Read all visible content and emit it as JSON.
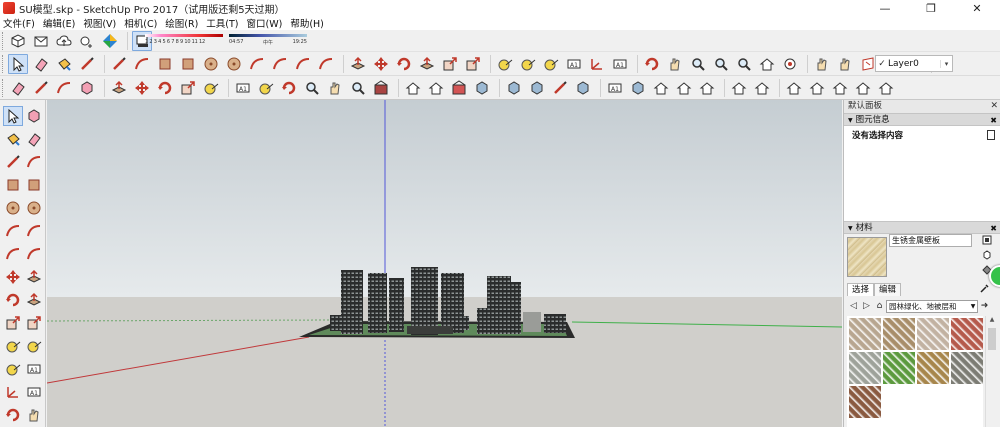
{
  "window": {
    "title": "SU模型.skp - SketchUp Pro 2017（试用版还剩5天过期）",
    "minimize": "—",
    "maximize": "❐",
    "close": "✕"
  },
  "menu": [
    "文件(F)",
    "编辑(E)",
    "视图(V)",
    "相机(C)",
    "绘图(R)",
    "工具(T)",
    "窗口(W)",
    "帮助(H)"
  ],
  "shadow_settings": {
    "months": "1 2 3 4 5 6 7 8 9 10 11 12",
    "time_start": "04:57",
    "time_mid": "中午",
    "time_end": "19:25"
  },
  "layer": {
    "check": "✓",
    "name": "Layer0",
    "arrow": "▾"
  },
  "tray": {
    "title": "默认面板",
    "close": "✕"
  },
  "entity_info": {
    "header": "图元信息",
    "body": "没有选择内容"
  },
  "materials": {
    "header": "材料",
    "current_name": "生锈金属壁板",
    "tabs": [
      "选择",
      "编辑"
    ],
    "collection": "园林绿化、地被层和",
    "swatch_colors": [
      "#b8a690",
      "#a88e6a",
      "#c2b2a2",
      "#b55a4c",
      "#9ea29a",
      "#5c9a3e",
      "#a7864c",
      "#7c7c74",
      "#8a5a40"
    ]
  },
  "icons": {
    "toolbar_row1": [
      "select-cube-icon",
      "envelope-icon",
      "cloud-upload-icon",
      "share-component-icon",
      "extension-icon",
      "shadow-toggle-icon"
    ],
    "toolbar_row2": [
      "select-icon",
      "eraser-icon",
      "paint-bucket-icon",
      "pencil-icon",
      "line-icon",
      "freehand-icon",
      "rectangle-icon",
      "rotated-rectangle-icon",
      "circle-icon",
      "polygon-icon",
      "arc-icon",
      "two-point-arc-icon",
      "three-point-arc-icon",
      "pie-icon",
      "push-pull-icon",
      "move-icon",
      "rotate-icon",
      "follow-me-icon",
      "scale-icon",
      "offset-icon",
      "tape-measure-icon",
      "dimension-icon",
      "protractor-icon",
      "text-icon",
      "axes-icon",
      "3d-text-icon",
      "orbit-icon",
      "pan-icon",
      "zoom-icon",
      "zoom-window-icon",
      "zoom-extents-icon",
      "previous-view-icon",
      "position-camera-icon",
      "walk-icon",
      "look-around-icon",
      "section-plane-icon",
      "display-section-planes-icon",
      "display-section-cuts-icon",
      "layer-icon"
    ],
    "toolbar_row3": [
      "eraser-icon",
      "pencil-icon",
      "arc-icon",
      "shape-icon",
      "push-pull-icon",
      "move-icon",
      "rotate-icon",
      "scale-icon",
      "tape-measure-icon",
      "text-icon",
      "protractor-icon",
      "orbit-icon",
      "zoom-icon",
      "pan-icon",
      "zoom-extents-icon",
      "sandbox-icon",
      "warehouse-icon",
      "extension-warehouse-icon",
      "share-model-icon",
      "xray-icon",
      "back-edges-icon",
      "wireframe-icon",
      "hidden-line-icon",
      "shaded-icon",
      "shaded-textures-icon",
      "monochrome-icon",
      "iso-view-icon",
      "top-view-icon",
      "front-view-icon",
      "right-view-icon",
      "back-view-icon",
      "left-view-icon",
      "house-iso-icon",
      "house-front-icon",
      "house-back-icon",
      "house-left-icon"
    ],
    "left_toolbar": [
      "select-icon",
      "make-component-icon",
      "paint-bucket-icon",
      "eraser-icon",
      "pencil-icon",
      "freehand-icon",
      "rectangle-icon",
      "rotated-rectangle-icon",
      "circle-icon",
      "polygon-icon",
      "arc-icon",
      "two-point-arc-icon",
      "three-point-arc-icon",
      "pie-icon",
      "move-icon",
      "push-pull-icon",
      "rotate-icon",
      "follow-me-icon",
      "scale-icon",
      "offset-icon",
      "tape-measure-icon",
      "dimension-icon",
      "protractor-icon",
      "text-icon",
      "axes-icon",
      "3d-text-icon",
      "orbit-icon",
      "pan-icon"
    ]
  }
}
